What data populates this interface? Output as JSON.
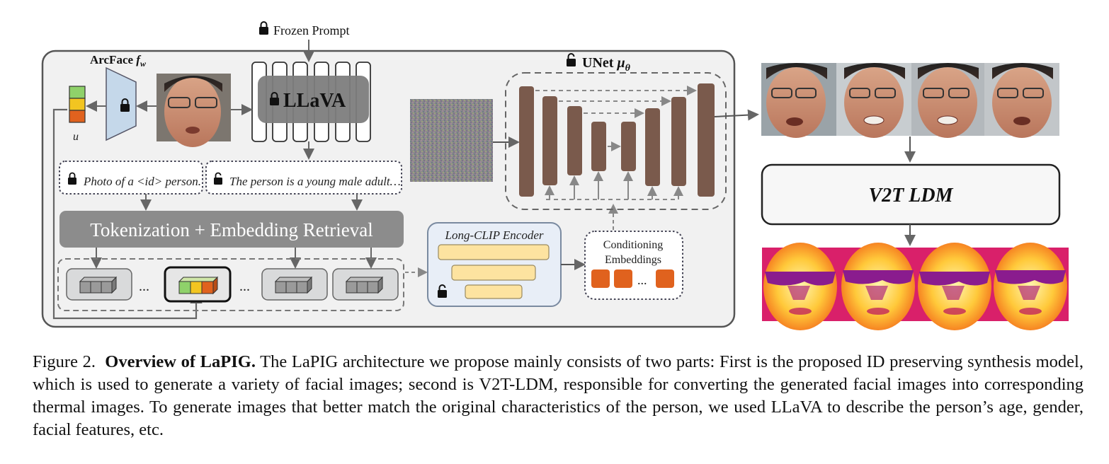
{
  "diagram": {
    "frozen_prompt": "Frozen Prompt",
    "arcface_label": "ArcFace",
    "arcface_sub": "f",
    "arcface_sub2": "w",
    "u_label": "u",
    "llava_label": "LLaVA",
    "unet_label": "UNet",
    "unet_mu": "μ",
    "unet_theta": "θ",
    "prompt_frozen": "Photo of a <id> person.",
    "prompt_desc": "The person is a young male adult…",
    "tokenization": "Tokenization + Embedding Retrieval",
    "long_clip": "Long-CLIP Encoder",
    "conditioning_line1": "Conditioning",
    "conditioning_line2": "Embeddings",
    "ellipsis": "…",
    "ellipsis_dots": "...",
    "v2t_ldm": "V2T LDM"
  },
  "caption": {
    "figure_label": "Figure 2.",
    "title": "Overview of LaPIG.",
    "body": "The LaPIG architecture we propose mainly consists of two parts: First is the proposed ID preserving synthesis model, which is used to generate a variety of facial images; second is V2T-LDM, responsible for converting the generated facial images into corresponding thermal images. To generate images that better match the original characteristics of the person, we used LLaVA to describe the person’s age, gender, facial features, etc."
  },
  "colors": {
    "frame_bg": "#f1f1f1",
    "frame_stroke": "#555555",
    "block_brown": "#7a5a4c",
    "token_orange": "#e0621e",
    "token_green": "#8fd16a",
    "token_yellow": "#f2c521",
    "clip_bar": "#fde3a0",
    "clip_bg": "#e8eef7",
    "tokenization_grey": "#8c8c8c",
    "llava_grey": "#7d7d7d",
    "arrow_grey": "#666666"
  }
}
